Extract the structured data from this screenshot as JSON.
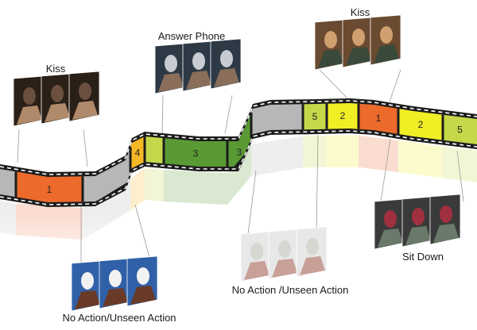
{
  "colors": {
    "gray": "#b7b7b7",
    "orange": "#ec6a2c",
    "lime": "#c6d84a",
    "green": "#5a9a35",
    "yellow": "#f0ee24",
    "yellow_orange": "#f7b826",
    "film": "#1c1c1c",
    "dash": "#ffffff"
  },
  "segments": [
    {
      "label": "",
      "color_key": "gray"
    },
    {
      "label": "1",
      "color_key": "orange"
    },
    {
      "label": "",
      "color_key": "gray"
    },
    {
      "label": "4",
      "color_key": "yellow_orange"
    },
    {
      "label": "",
      "color_key": "lime"
    },
    {
      "label": "3",
      "color_key": "green"
    },
    {
      "label": "3",
      "color_key": "green"
    },
    {
      "label": "",
      "color_key": "gray"
    },
    {
      "label": "5",
      "color_key": "lime"
    },
    {
      "label": "2",
      "color_key": "yellow"
    },
    {
      "label": "1",
      "color_key": "orange"
    },
    {
      "label": "2",
      "color_key": "yellow"
    },
    {
      "label": "5",
      "color_key": "lime"
    }
  ],
  "callouts": [
    {
      "label": "Kiss",
      "scene": "dark"
    },
    {
      "label": "Answer Phone",
      "scene": "office"
    },
    {
      "label": "Kiss",
      "scene": "warm"
    },
    {
      "label": "No Action/Unseen Action",
      "scene": "house"
    },
    {
      "label": "No Action /Unseen Action",
      "scene": "bright"
    },
    {
      "label": "Sit Down",
      "scene": "group"
    }
  ]
}
